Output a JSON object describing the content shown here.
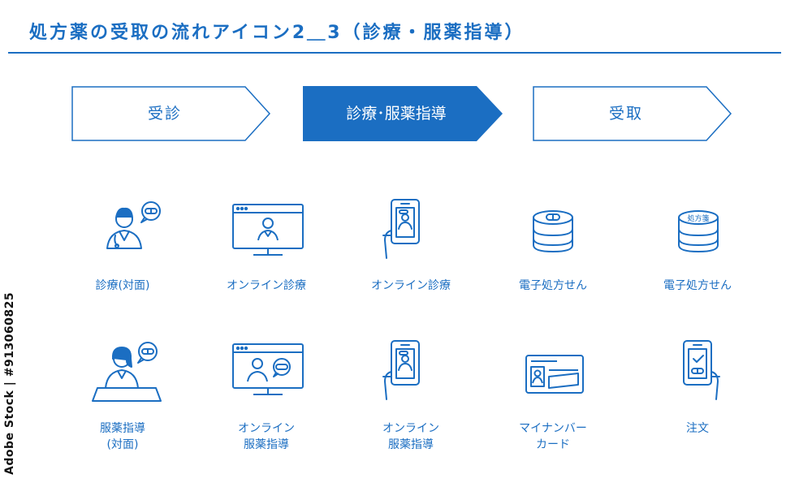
{
  "title": "処方薬の受取の流れアイコン2＿3（診療・服薬指導）",
  "steps": [
    {
      "label": "受診",
      "active": false
    },
    {
      "label": "診療･服薬指導",
      "active": true
    },
    {
      "label": "受取",
      "active": false
    }
  ],
  "captions": {
    "r1c1": "診療(対面)",
    "r1c2": "オンライン診療",
    "r1c3": "オンライン診療",
    "r1c4": "電子処方せん",
    "r1c5": "電子処方せん",
    "r2c1": "服薬指導\n(対面)",
    "r2c2": "オンライン\n服薬指導",
    "r2c3": "オンライン\n服薬指導",
    "r2c4": "マイナンバー\nカード",
    "r2c5": "注文"
  },
  "pill_box_label": "処方箋",
  "credit": "Adobe Stock | #913060825",
  "colors": {
    "accent": "#1b6ec2",
    "text_on_accent": "#ffffff",
    "background": "#ffffff"
  },
  "icons": [
    "doctor-speech-pill-icon",
    "monitor-doctor-icon",
    "phone-doctor-icon",
    "pill-stack-icon",
    "pill-stack-labeled-icon",
    "pharmacist-desk-icon",
    "monitor-pharmacist-icon",
    "phone-pharmacist-icon",
    "id-card-icon",
    "phone-check-pill-icon"
  ]
}
